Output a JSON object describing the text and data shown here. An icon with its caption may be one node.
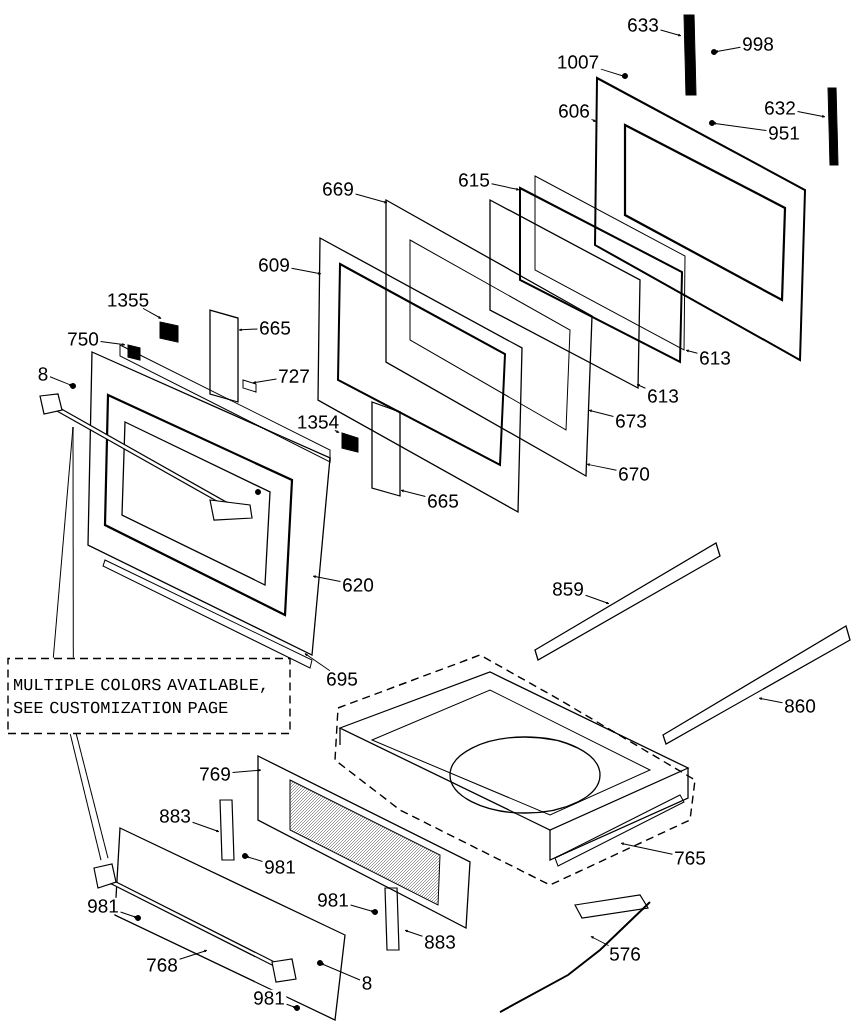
{
  "diagram": {
    "nodes": [
      {
        "text": [
          "633"
        ]
      },
      {
        "text": [
          "998"
        ]
      },
      {
        "text": [
          "1007"
        ]
      },
      {
        "text": [
          "606"
        ]
      },
      {
        "text": [
          "632"
        ]
      },
      {
        "text": [
          "951"
        ]
      },
      {
        "text": [
          "669"
        ]
      },
      {
        "text": [
          "615"
        ]
      },
      {
        "text": [
          "609"
        ]
      },
      {
        "text": [
          "1355"
        ]
      },
      {
        "text": [
          "665"
        ]
      },
      {
        "text": [
          "750"
        ]
      },
      {
        "text": [
          "8"
        ]
      },
      {
        "text": [
          "727"
        ]
      },
      {
        "text": [
          "613"
        ]
      },
      {
        "text": [
          "613"
        ]
      },
      {
        "text": [
          "1354"
        ]
      },
      {
        "text": [
          "673"
        ]
      },
      {
        "text": [
          "670"
        ]
      },
      {
        "text": [
          "665"
        ]
      },
      {
        "text": [
          "620"
        ]
      },
      {
        "text": [
          "859"
        ]
      },
      {
        "text": [
          "695"
        ]
      },
      {
        "text": [
          "860"
        ]
      },
      {
        "text": [
          "769"
        ]
      },
      {
        "text": [
          "883"
        ]
      },
      {
        "text": [
          "981"
        ]
      },
      {
        "text": [
          "765"
        ]
      },
      {
        "text": [
          "981"
        ]
      },
      {
        "text": [
          "981"
        ]
      },
      {
        "text": [
          "883"
        ]
      },
      {
        "text": [
          "768"
        ]
      },
      {
        "text": [
          "8"
        ]
      },
      {
        "text": [
          "576"
        ]
      },
      {
        "text": [
          "981"
        ]
      },
      {
        "text": [
          "MULTIPLE COLORS AVAILABLE, SEE CUSTOMIZATION PAGE"
        ]
      }
    ],
    "edges": [
      {
        "from": 0,
        "to": null,
        "arrow": "to"
      },
      {
        "from": 1,
        "to": null,
        "arrow": "to"
      },
      {
        "from": 2,
        "to": null,
        "arrow": "to"
      },
      {
        "from": 3,
        "to": null,
        "arrow": "to"
      },
      {
        "from": 4,
        "to": null,
        "arrow": "to"
      },
      {
        "from": 5,
        "to": null,
        "arrow": "to"
      },
      {
        "from": 6,
        "to": null,
        "arrow": "to"
      },
      {
        "from": 7,
        "to": null,
        "arrow": "to"
      },
      {
        "from": 8,
        "to": null,
        "arrow": "to"
      },
      {
        "from": 9,
        "to": null,
        "arrow": "to"
      },
      {
        "from": 10,
        "to": null,
        "arrow": "to"
      },
      {
        "from": 11,
        "to": null,
        "arrow": "to"
      },
      {
        "from": 12,
        "to": null,
        "arrow": "to"
      },
      {
        "from": 13,
        "to": null,
        "arrow": "to"
      },
      {
        "from": 14,
        "to": null,
        "arrow": "to"
      },
      {
        "from": 15,
        "to": null,
        "arrow": "to"
      },
      {
        "from": 16,
        "to": null,
        "arrow": "to"
      },
      {
        "from": 17,
        "to": null,
        "arrow": "to"
      },
      {
        "from": 18,
        "to": null,
        "arrow": "to"
      },
      {
        "from": 19,
        "to": null,
        "arrow": "to"
      },
      {
        "from": 20,
        "to": null,
        "arrow": "to"
      },
      {
        "from": 21,
        "to": null,
        "arrow": "to"
      },
      {
        "from": 22,
        "to": null,
        "arrow": "to"
      },
      {
        "from": 23,
        "to": null,
        "arrow": "to"
      },
      {
        "from": 24,
        "to": null,
        "arrow": "to"
      },
      {
        "from": 25,
        "to": null,
        "arrow": "to"
      },
      {
        "from": 26,
        "to": null,
        "arrow": "to"
      },
      {
        "from": 27,
        "to": null,
        "arrow": "to"
      },
      {
        "from": 28,
        "to": null,
        "arrow": "to"
      },
      {
        "from": 29,
        "to": null,
        "arrow": "to"
      },
      {
        "from": 30,
        "to": null,
        "arrow": "to"
      },
      {
        "from": 31,
        "to": null,
        "arrow": "to"
      },
      {
        "from": 32,
        "to": null,
        "arrow": "to"
      },
      {
        "from": 33,
        "to": null,
        "arrow": "to"
      },
      {
        "from": 34,
        "to": null,
        "arrow": "to"
      },
      {
        "from": 35,
        "to": null,
        "arrow": "none"
      },
      {
        "from": 35,
        "to": null,
        "arrow": "none"
      },
      {
        "from": 35,
        "to": null,
        "arrow": "none"
      },
      {
        "from": 35,
        "to": null,
        "arrow": "none"
      }
    ]
  }
}
